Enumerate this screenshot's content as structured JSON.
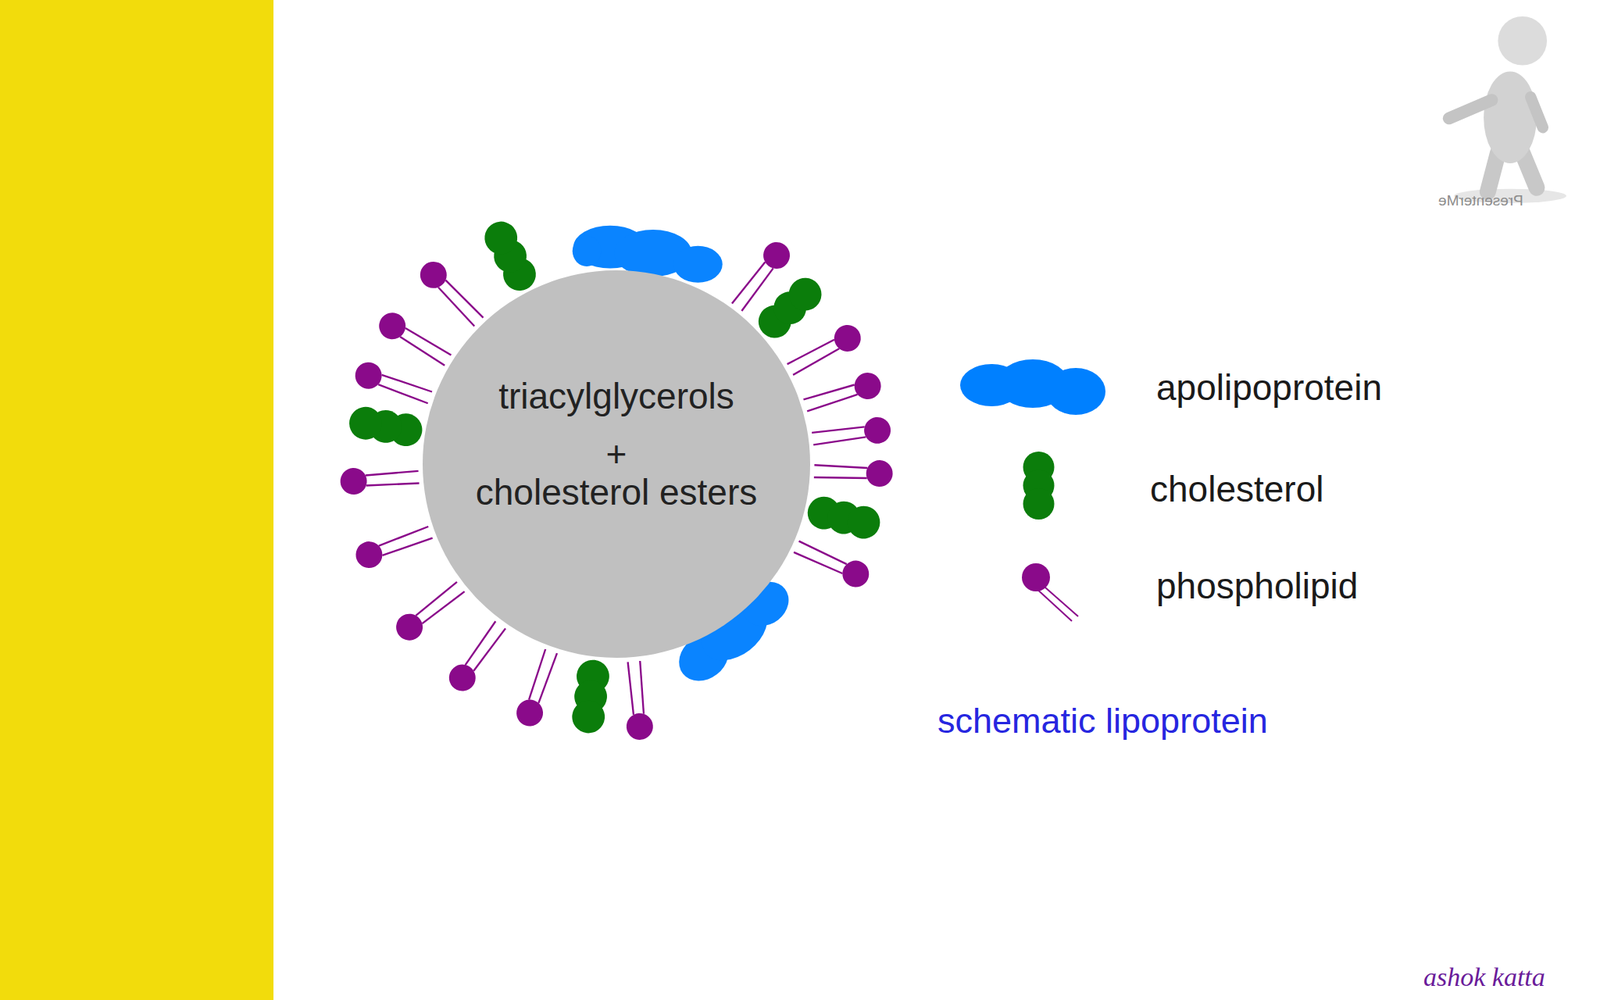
{
  "diagram": {
    "caption": "schematic lipoprotein",
    "nodes": [
      {
        "text": [
          "triacylglycerols",
          "+",
          "cholesterol esters"
        ]
      }
    ],
    "labels": [
      "PresenterMe",
      "ashok katta"
    ],
    "legend": [
      {
        "text": "apolipoprotein",
        "color": "#0080ff"
      },
      {
        "text": "cholesterol",
        "color": "#0b7d0b"
      },
      {
        "text": "phospholipid"
      }
    ]
  }
}
